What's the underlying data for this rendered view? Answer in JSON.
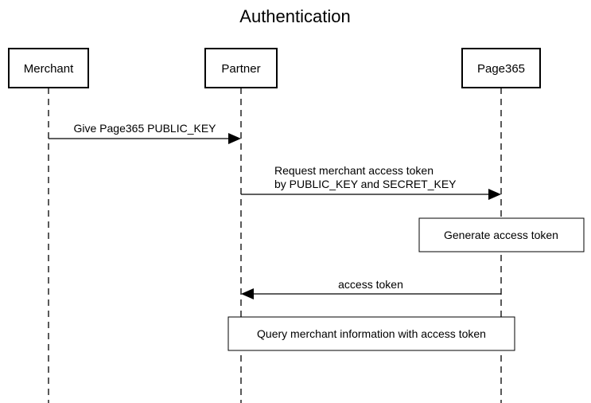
{
  "title": "Authentication",
  "actors": [
    {
      "label": "Merchant"
    },
    {
      "label": "Partner"
    },
    {
      "label": "Page365"
    }
  ],
  "messages": [
    {
      "lines": [
        "Give Page365 PUBLIC_KEY"
      ],
      "from": "Merchant",
      "to": "Partner"
    },
    {
      "lines": [
        "Request merchant access token",
        "by PUBLIC_KEY and SECRET_KEY"
      ],
      "from": "Partner",
      "to": "Page365"
    },
    {
      "lines": [
        "access token"
      ],
      "from": "Page365",
      "to": "Partner"
    }
  ],
  "notes": [
    {
      "text": "Generate access token",
      "over": [
        "Page365"
      ]
    },
    {
      "text": "Query merchant information with access token",
      "over": [
        "Partner",
        "Page365"
      ]
    }
  ]
}
